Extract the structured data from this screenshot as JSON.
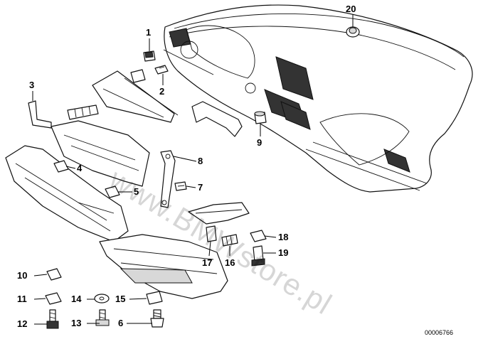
{
  "diagram": {
    "watermark": "www.BMWstore.pl",
    "drawing_number": "00006766",
    "callouts": [
      {
        "id": "1",
        "label": "1"
      },
      {
        "id": "2",
        "label": "2"
      },
      {
        "id": "3",
        "label": "3"
      },
      {
        "id": "4",
        "label": "4"
      },
      {
        "id": "5",
        "label": "5"
      },
      {
        "id": "6",
        "label": "6"
      },
      {
        "id": "7",
        "label": "7"
      },
      {
        "id": "8",
        "label": "8"
      },
      {
        "id": "9",
        "label": "9"
      },
      {
        "id": "10",
        "label": "10"
      },
      {
        "id": "11",
        "label": "11"
      },
      {
        "id": "12",
        "label": "12"
      },
      {
        "id": "13",
        "label": "13"
      },
      {
        "id": "14",
        "label": "14"
      },
      {
        "id": "15",
        "label": "15"
      },
      {
        "id": "16",
        "label": "16"
      },
      {
        "id": "17",
        "label": "17"
      },
      {
        "id": "18",
        "label": "18"
      },
      {
        "id": "19",
        "label": "19"
      },
      {
        "id": "20",
        "label": "20"
      }
    ]
  }
}
